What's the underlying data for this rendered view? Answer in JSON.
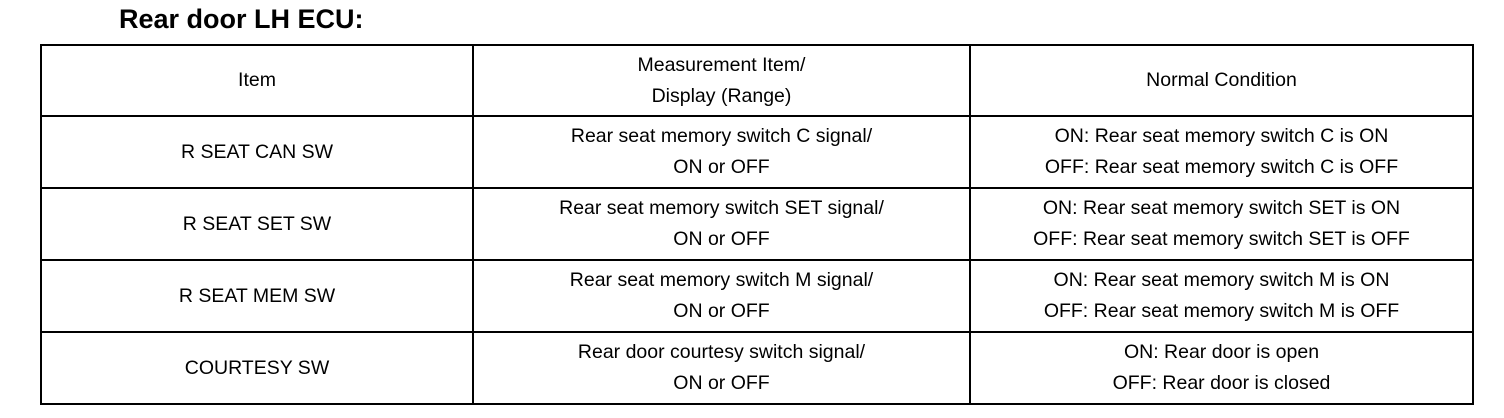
{
  "title": "Rear door LH ECU:",
  "table": {
    "headers": {
      "item": "Item",
      "measurement_line1": "Measurement Item/",
      "measurement_line2": "Display (Range)",
      "normal": "Normal Condition"
    },
    "rows": [
      {
        "item": "R SEAT CAN SW",
        "measurement_line1": "Rear seat memory switch C signal/",
        "measurement_line2": "ON or OFF",
        "normal_line1": "ON: Rear seat memory switch C is ON",
        "normal_line2": "OFF: Rear seat memory switch C is OFF"
      },
      {
        "item": "R SEAT SET SW",
        "measurement_line1": "Rear seat memory switch SET signal/",
        "measurement_line2": "ON or OFF",
        "normal_line1": "ON: Rear seat memory switch SET is ON",
        "normal_line2": "OFF: Rear seat memory switch SET is OFF"
      },
      {
        "item": "R SEAT MEM SW",
        "measurement_line1": "Rear seat memory switch M signal/",
        "measurement_line2": "ON or OFF",
        "normal_line1": "ON: Rear seat memory switch M is ON",
        "normal_line2": "OFF: Rear seat memory switch M is OFF"
      },
      {
        "item": "COURTESY SW",
        "measurement_line1": "Rear door courtesy switch signal/",
        "measurement_line2": "ON or OFF",
        "normal_line1": "ON: Rear door is open",
        "normal_line2": "OFF: Rear door is closed"
      }
    ]
  }
}
